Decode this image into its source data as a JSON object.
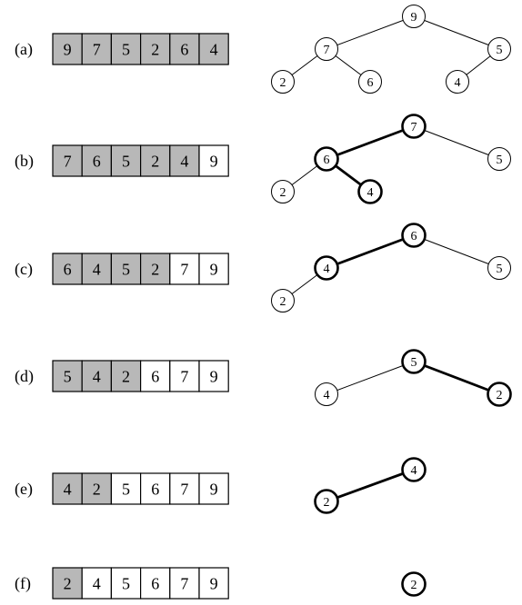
{
  "colors": {
    "heap_cell": "#b8b8b8",
    "sorted_cell": "#ffffff",
    "stroke": "#000000"
  },
  "steps": [
    {
      "label": "(a)",
      "array": [
        9,
        7,
        5,
        2,
        6,
        4
      ],
      "heap_size": 6,
      "tree": {
        "nodes": [
          {
            "id": "n9",
            "value": 9,
            "bold": false
          },
          {
            "id": "n7",
            "value": 7,
            "bold": false
          },
          {
            "id": "n5",
            "value": 5,
            "bold": false
          },
          {
            "id": "n2",
            "value": 2,
            "bold": false
          },
          {
            "id": "n6",
            "value": 6,
            "bold": false
          },
          {
            "id": "n4",
            "value": 4,
            "bold": false
          }
        ],
        "edges": [
          {
            "from": "n9",
            "to": "n7",
            "bold": false
          },
          {
            "from": "n9",
            "to": "n5",
            "bold": false
          },
          {
            "from": "n7",
            "to": "n2",
            "bold": false
          },
          {
            "from": "n7",
            "to": "n6",
            "bold": false
          },
          {
            "from": "n5",
            "to": "n4",
            "bold": false
          }
        ]
      }
    },
    {
      "label": "(b)",
      "array": [
        7,
        6,
        5,
        2,
        4,
        9
      ],
      "heap_size": 5,
      "tree": {
        "nodes": [
          {
            "id": "n7",
            "value": 7,
            "bold": true
          },
          {
            "id": "n6",
            "value": 6,
            "bold": true
          },
          {
            "id": "n5",
            "value": 5,
            "bold": false
          },
          {
            "id": "n2",
            "value": 2,
            "bold": false
          },
          {
            "id": "n4",
            "value": 4,
            "bold": true
          }
        ],
        "edges": [
          {
            "from": "n7",
            "to": "n6",
            "bold": true
          },
          {
            "from": "n7",
            "to": "n5",
            "bold": false
          },
          {
            "from": "n6",
            "to": "n2",
            "bold": false
          },
          {
            "from": "n6",
            "to": "n4",
            "bold": true
          }
        ]
      }
    },
    {
      "label": "(c)",
      "array": [
        6,
        4,
        5,
        2,
        7,
        9
      ],
      "heap_size": 4,
      "tree": {
        "nodes": [
          {
            "id": "n6",
            "value": 6,
            "bold": true
          },
          {
            "id": "n4",
            "value": 4,
            "bold": true
          },
          {
            "id": "n5",
            "value": 5,
            "bold": false
          },
          {
            "id": "n2",
            "value": 2,
            "bold": false
          }
        ],
        "edges": [
          {
            "from": "n6",
            "to": "n4",
            "bold": true
          },
          {
            "from": "n6",
            "to": "n5",
            "bold": false
          },
          {
            "from": "n4",
            "to": "n2",
            "bold": false
          }
        ]
      }
    },
    {
      "label": "(d)",
      "array": [
        5,
        4,
        2,
        6,
        7,
        9
      ],
      "heap_size": 3,
      "tree": {
        "nodes": [
          {
            "id": "n5",
            "value": 5,
            "bold": true
          },
          {
            "id": "n4",
            "value": 4,
            "bold": false
          },
          {
            "id": "n2",
            "value": 2,
            "bold": true
          }
        ],
        "edges": [
          {
            "from": "n5",
            "to": "n4",
            "bold": false
          },
          {
            "from": "n5",
            "to": "n2",
            "bold": true
          }
        ]
      }
    },
    {
      "label": "(e)",
      "array": [
        4,
        2,
        5,
        6,
        7,
        9
      ],
      "heap_size": 2,
      "tree": {
        "nodes": [
          {
            "id": "n4",
            "value": 4,
            "bold": true
          },
          {
            "id": "n2",
            "value": 2,
            "bold": true
          }
        ],
        "edges": [
          {
            "from": "n4",
            "to": "n2",
            "bold": true
          }
        ]
      }
    },
    {
      "label": "(f)",
      "array": [
        2,
        4,
        5,
        6,
        7,
        9
      ],
      "heap_size": 1,
      "tree": {
        "nodes": [
          {
            "id": "n2",
            "value": 2,
            "bold": true
          }
        ],
        "edges": []
      }
    }
  ]
}
